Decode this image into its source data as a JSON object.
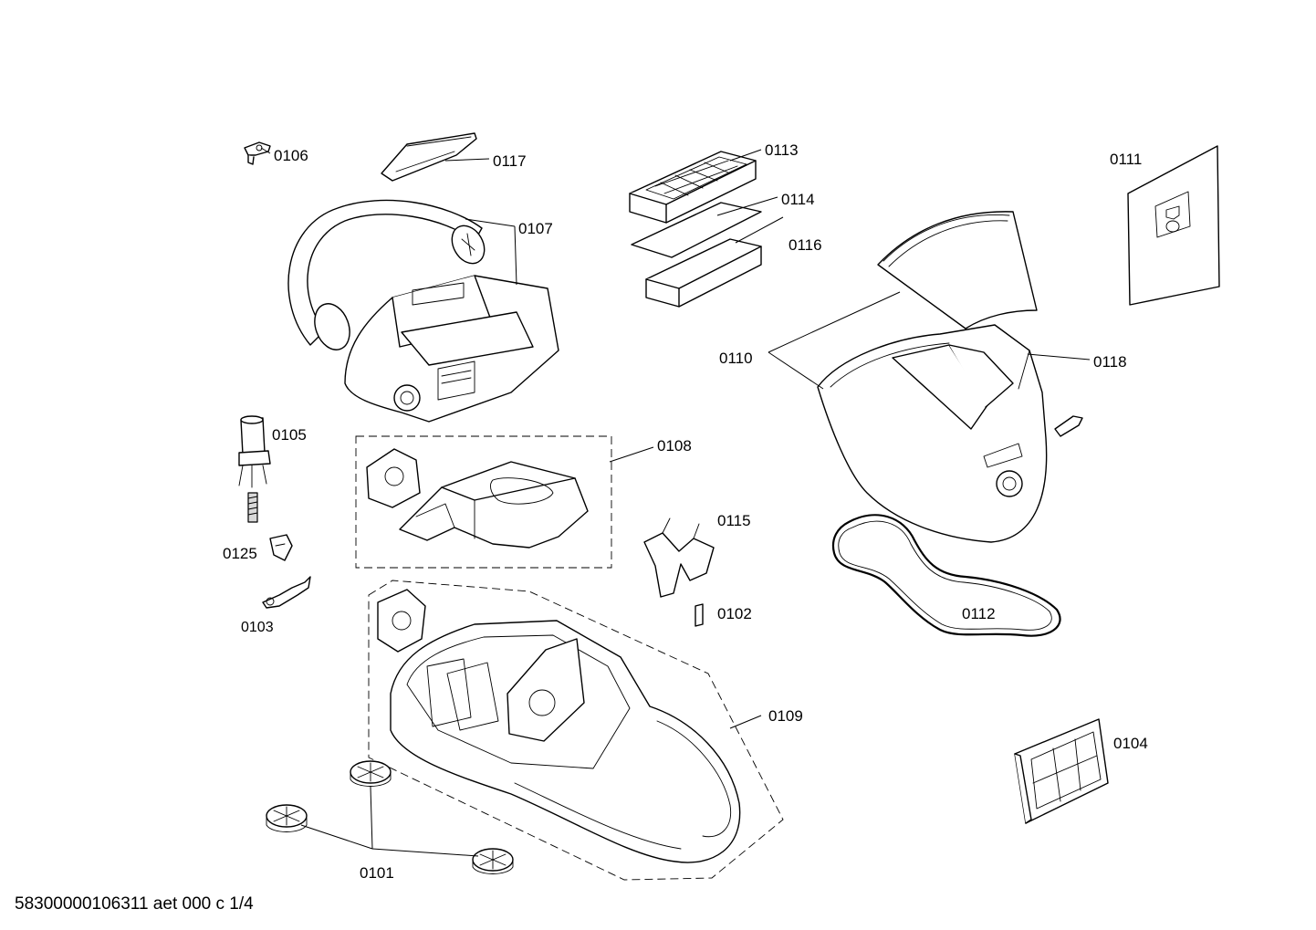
{
  "diagram": {
    "parts": [
      {
        "id": "p0101",
        "label": "0101"
      },
      {
        "id": "p0102",
        "label": "0102"
      },
      {
        "id": "p0103",
        "label": "0103"
      },
      {
        "id": "p0104",
        "label": "0104"
      },
      {
        "id": "p0105",
        "label": "0105"
      },
      {
        "id": "p0106",
        "label": "0106"
      },
      {
        "id": "p0107",
        "label": "0107"
      },
      {
        "id": "p0108",
        "label": "0108"
      },
      {
        "id": "p0109",
        "label": "0109"
      },
      {
        "id": "p0110",
        "label": "0110"
      },
      {
        "id": "p0111",
        "label": "0111"
      },
      {
        "id": "p0112",
        "label": "0112"
      },
      {
        "id": "p0113",
        "label": "0113"
      },
      {
        "id": "p0114",
        "label": "0114"
      },
      {
        "id": "p0115",
        "label": "0115"
      },
      {
        "id": "p0116",
        "label": "0116"
      },
      {
        "id": "p0117",
        "label": "0117"
      },
      {
        "id": "p0118",
        "label": "0118"
      },
      {
        "id": "p0125",
        "label": "0125"
      }
    ]
  },
  "footer": {
    "document_code": "58300000106311 aet 000 c 1/4"
  }
}
